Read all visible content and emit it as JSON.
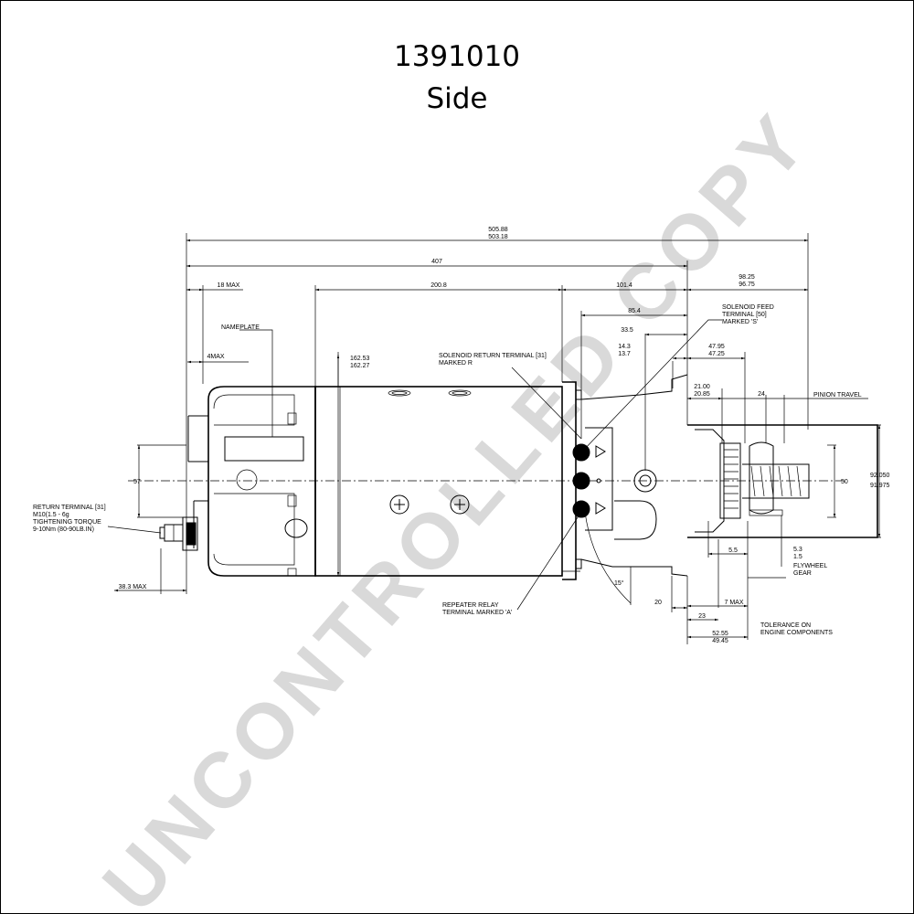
{
  "title": {
    "part_number": "1391010",
    "view": "Side"
  },
  "watermark": "UNCONTROLLED COPY",
  "dimensions": {
    "overall_max": "505.88",
    "overall_min": "503.18",
    "body_length": "407",
    "front_extension": "18 MAX",
    "housing_length": "200.8",
    "nose_length": "101.4",
    "pinion_max": "98.25",
    "pinion_min": "96.75",
    "feed_offset": "85.4",
    "nose_offset": "33.5",
    "terminal_max": "14.3",
    "terminal_min": "13.7",
    "flange_max": "47.95",
    "flange_min": "47.25",
    "bore_max": "21.00",
    "bore_min": "20.85",
    "pinion_travel_value": "24",
    "dim_4max": "4MAX",
    "diameter_max": "162.53",
    "diameter_min": "162.27",
    "dia_57": "57",
    "dia_50": "50",
    "pitch_max": "92.050",
    "pitch_min": "91.975",
    "dim_5_5": "5.5",
    "dim_5_3": "5.3",
    "dim_1_5": "1.5",
    "dim_20": "20",
    "dim_23": "23",
    "dim_7max": "7 MAX",
    "dim_52_55": "52.55",
    "dim_49_45": "49.45",
    "dim_38_3": "38.3 MAX",
    "angle": "15°"
  },
  "labels": {
    "nameplate": "NAMEPLATE",
    "solenoid_return_1": "SOLENOID RETURN TERMINAL [31]",
    "solenoid_return_2": "MARKED R",
    "solenoid_feed_1": "SOLENOID FEED",
    "solenoid_feed_2": "TERMINAL [50]",
    "solenoid_feed_3": "MARKED 'S'",
    "pinion_travel": "PINION TRAVEL",
    "return_terminal_1": "RETURN TERMINAL [31]",
    "return_terminal_2": "M10(1.5 - 6g",
    "return_terminal_3": "TIGHTENING TORQUE",
    "return_terminal_4": "9-10Nm (80-90LB.IN)",
    "repeater_1": "REPEATER RELAY",
    "repeater_2": "TERMINAL MARKED 'A'",
    "flywheel_1": "FLYWHEEL",
    "flywheel_2": "GEAR",
    "tolerance_1": "TOLERANCE ON",
    "tolerance_2": "ENGINE COMPONENTS"
  }
}
